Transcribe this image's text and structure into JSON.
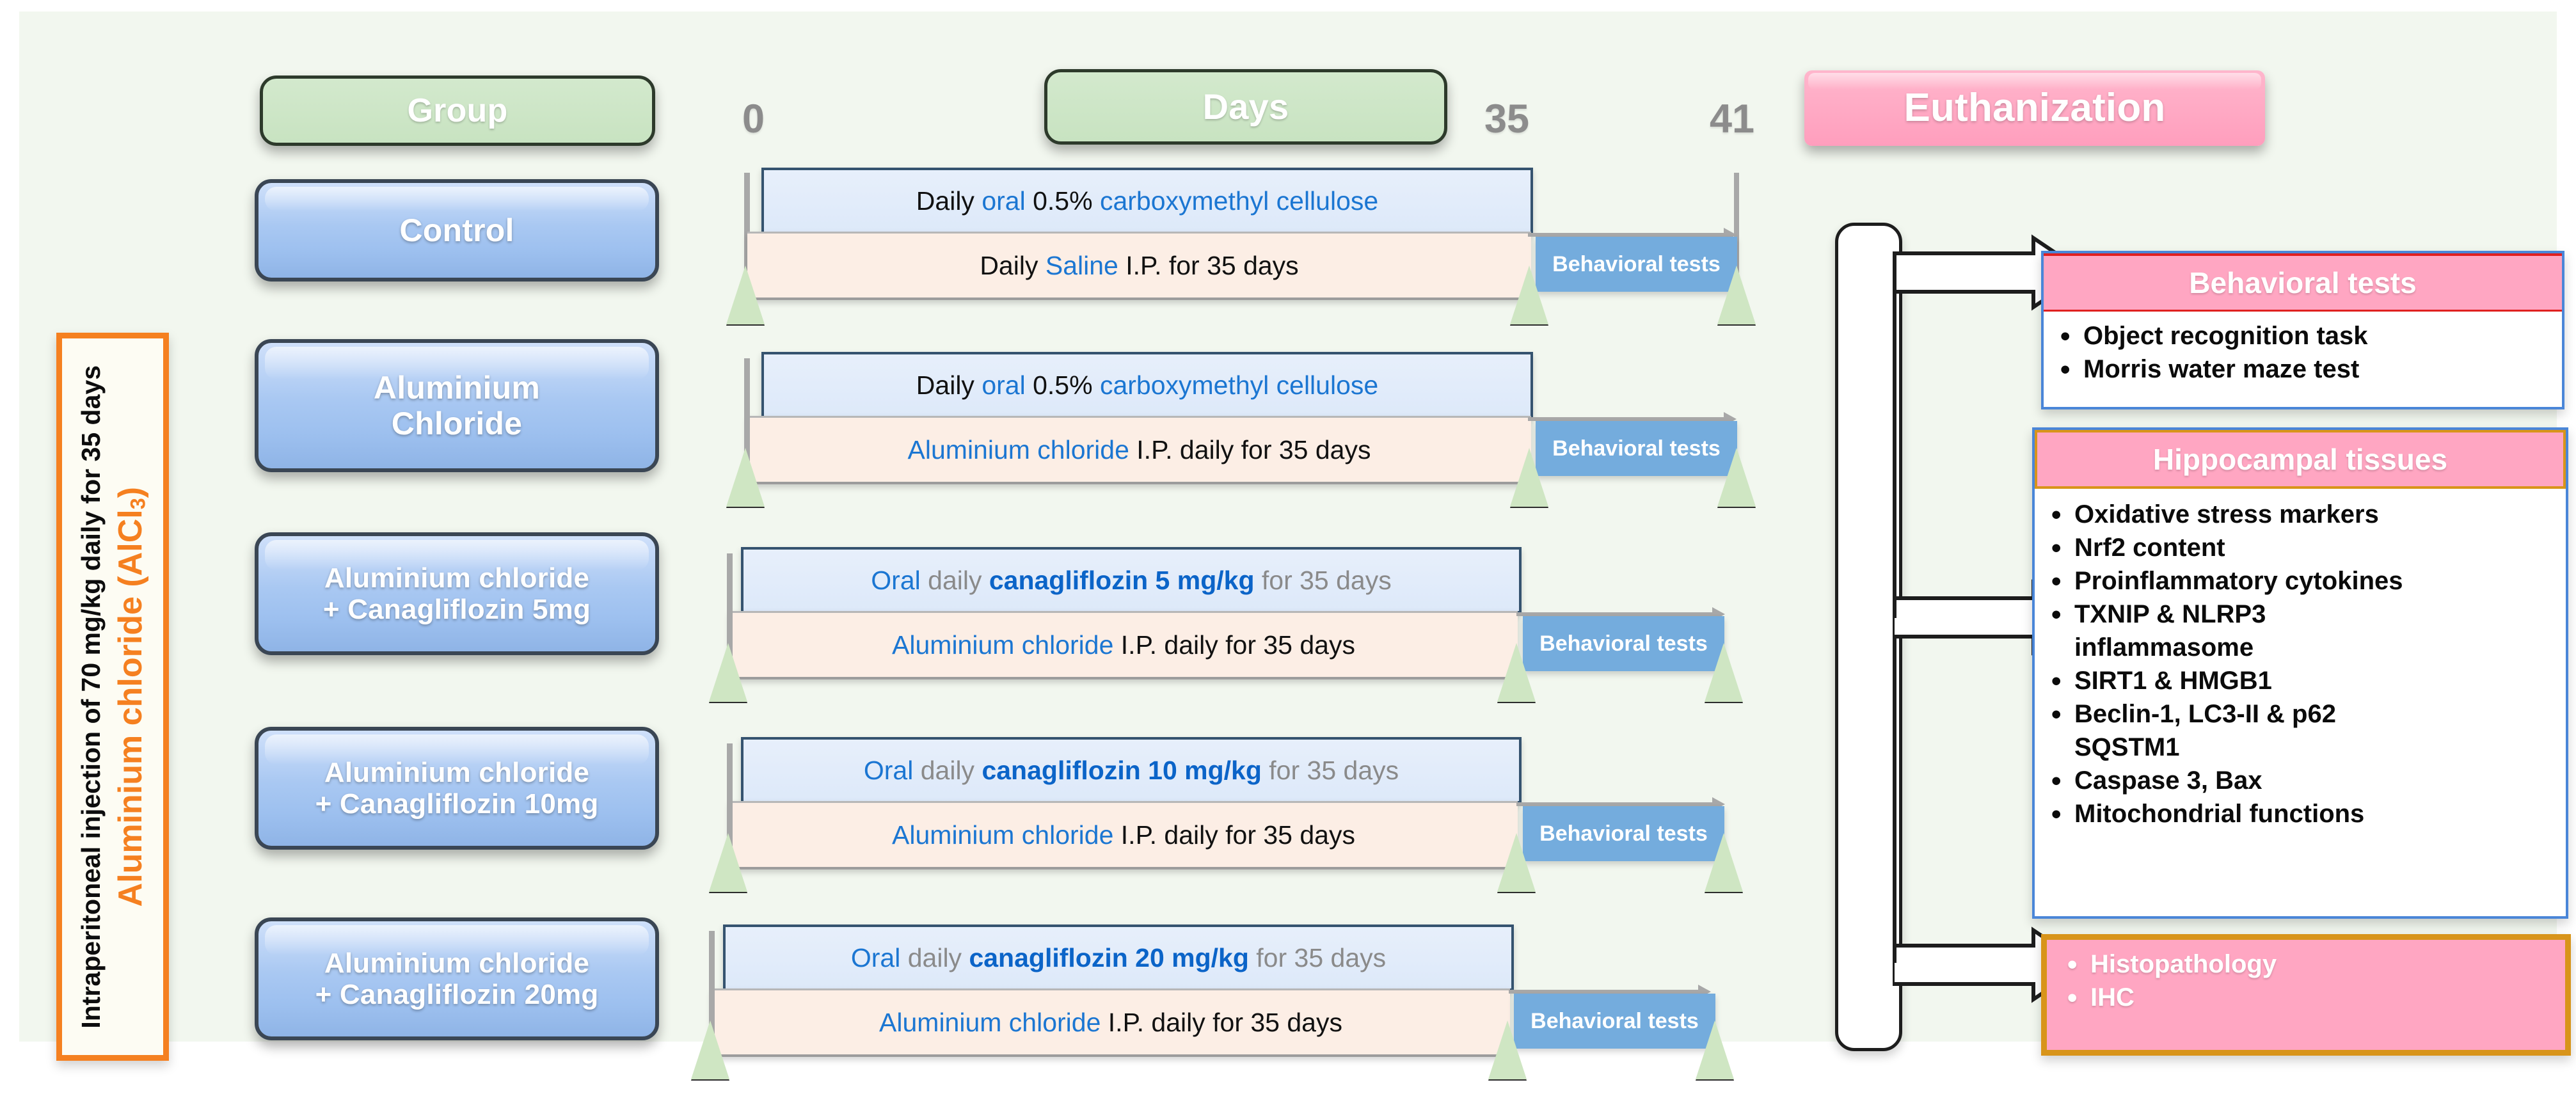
{
  "colors": {
    "page_bg": "#f2f7ef",
    "green_header": "#d3e9cd",
    "group_blue": "#a9c8f2",
    "pink": "#ff9ebd",
    "orange": "#f58020",
    "behavioral_blue": "#74acdd",
    "oral_bar": "#e2ecfa",
    "ip_bar": "#fceee5",
    "timeline_grey": "#8c8c8c",
    "link_blue": "#1b76d2"
  },
  "headers": {
    "group": "Group",
    "days": "Days",
    "euthanization": "Euthanization"
  },
  "alcl3_card": {
    "title": "Aluminium chloride (AlCl",
    "title_sub": "3",
    "title_close": ")",
    "subtitle": "Intraperitoneal  injection of 70 mg/kg daily for 35 days"
  },
  "timeline": {
    "ticks": [
      "0",
      "35",
      "41"
    ],
    "behavioral_label": "Behavioral tests"
  },
  "groups": [
    {
      "name": "Control",
      "oral": {
        "parts": [
          {
            "t": "Daily ",
            "s": "blk"
          },
          {
            "t": "oral ",
            "s": "blue"
          },
          {
            "t": "0.5% ",
            "s": "blk"
          },
          {
            "t": "carboxymethyl cellulose",
            "s": "blue"
          }
        ]
      },
      "ip": {
        "parts": [
          {
            "t": "Daily ",
            "s": "blk"
          },
          {
            "t": "Saline ",
            "s": "blue"
          },
          {
            "t": "I.P. for 35 days",
            "s": "blk"
          }
        ]
      },
      "behavioral": "Behavioral tests"
    },
    {
      "name": "Aluminium Chloride",
      "oral": {
        "parts": [
          {
            "t": "Daily ",
            "s": "blk"
          },
          {
            "t": "oral ",
            "s": "blue"
          },
          {
            "t": "0.5% ",
            "s": "blk"
          },
          {
            "t": "carboxymethyl cellulose",
            "s": "blue"
          }
        ]
      },
      "ip": {
        "parts": [
          {
            "t": "Aluminium chloride ",
            "s": "blue"
          },
          {
            "t": "I.P. daily for 35 days",
            "s": "blk"
          }
        ]
      },
      "behavioral": "Behavioral tests"
    },
    {
      "name": "Aluminium chloride + Canagliflozin 5mg",
      "oral": {
        "parts": [
          {
            "t": "Oral ",
            "s": "blue"
          },
          {
            "t": "daily ",
            "s": "grey"
          },
          {
            "t": "canagliflozin 5 mg/kg ",
            "s": "bblue"
          },
          {
            "t": "for 35 days",
            "s": "grey"
          }
        ]
      },
      "ip": {
        "parts": [
          {
            "t": "Aluminium chloride ",
            "s": "blue"
          },
          {
            "t": "I.P. daily for 35 days",
            "s": "blk"
          }
        ]
      },
      "behavioral": "Behavioral tests"
    },
    {
      "name": "Aluminium chloride + Canagliflozin 10mg",
      "oral": {
        "parts": [
          {
            "t": "Oral ",
            "s": "blue"
          },
          {
            "t": "daily ",
            "s": "grey"
          },
          {
            "t": "canagliflozin 10 mg/kg ",
            "s": "bblue"
          },
          {
            "t": "for 35 days",
            "s": "grey"
          }
        ]
      },
      "ip": {
        "parts": [
          {
            "t": "Aluminium chloride ",
            "s": "blue"
          },
          {
            "t": "I.P. daily for 35 days",
            "s": "blk"
          }
        ]
      },
      "behavioral": "Behavioral tests"
    },
    {
      "name": "Aluminium chloride + Canagliflozin 20mg",
      "oral": {
        "parts": [
          {
            "t": "Oral ",
            "s": "blue"
          },
          {
            "t": "daily ",
            "s": "grey"
          },
          {
            "t": "canagliflozin 20 mg/kg ",
            "s": "bblue"
          },
          {
            "t": "for 35 days",
            "s": "grey"
          }
        ]
      },
      "ip": {
        "parts": [
          {
            "t": "Aluminium chloride ",
            "s": "blue"
          },
          {
            "t": "I.P. daily for 35 days",
            "s": "blk"
          }
        ]
      },
      "behavioral": "Behavioral tests"
    }
  ],
  "group_labels": [
    {
      "line1": "Control",
      "line2": ""
    },
    {
      "line1": "Aluminium",
      "line2": "Chloride"
    },
    {
      "line1": "Aluminium chloride",
      "line2": "+ Canagliflozin 5mg"
    },
    {
      "line1": "Aluminium chloride",
      "line2": "+ Canagliflozin 10mg"
    },
    {
      "line1": "Aluminium chloride",
      "line2": "+ Canagliflozin 20mg"
    }
  ],
  "outcomes": [
    {
      "title": "Behavioral tests",
      "items": [
        "Object recognition task",
        "Morris water maze test"
      ],
      "border": "#4a86d8",
      "head_border": "#e02020"
    },
    {
      "title": "Hippocampal tissues",
      "items": [
        "Oxidative stress markers",
        "Nrf2 content",
        "Proinflammatory cytokines",
        "TXNIP & NLRP3",
        "inflammasome",
        "SIRT1 & HMGB1",
        "Beclin-1, LC3-II & p62",
        "SQSTM1",
        "Caspase 3, Bax",
        "Mitochondrial functions"
      ],
      "nobullet_index": [
        4,
        7
      ],
      "border": "#4a86d8",
      "head_border": "#d8941a"
    },
    {
      "title": "",
      "items": [
        "Histopathology",
        "IHC"
      ],
      "border": "#d8941a",
      "head_border": "#d8941a",
      "pink_body": true
    }
  ]
}
